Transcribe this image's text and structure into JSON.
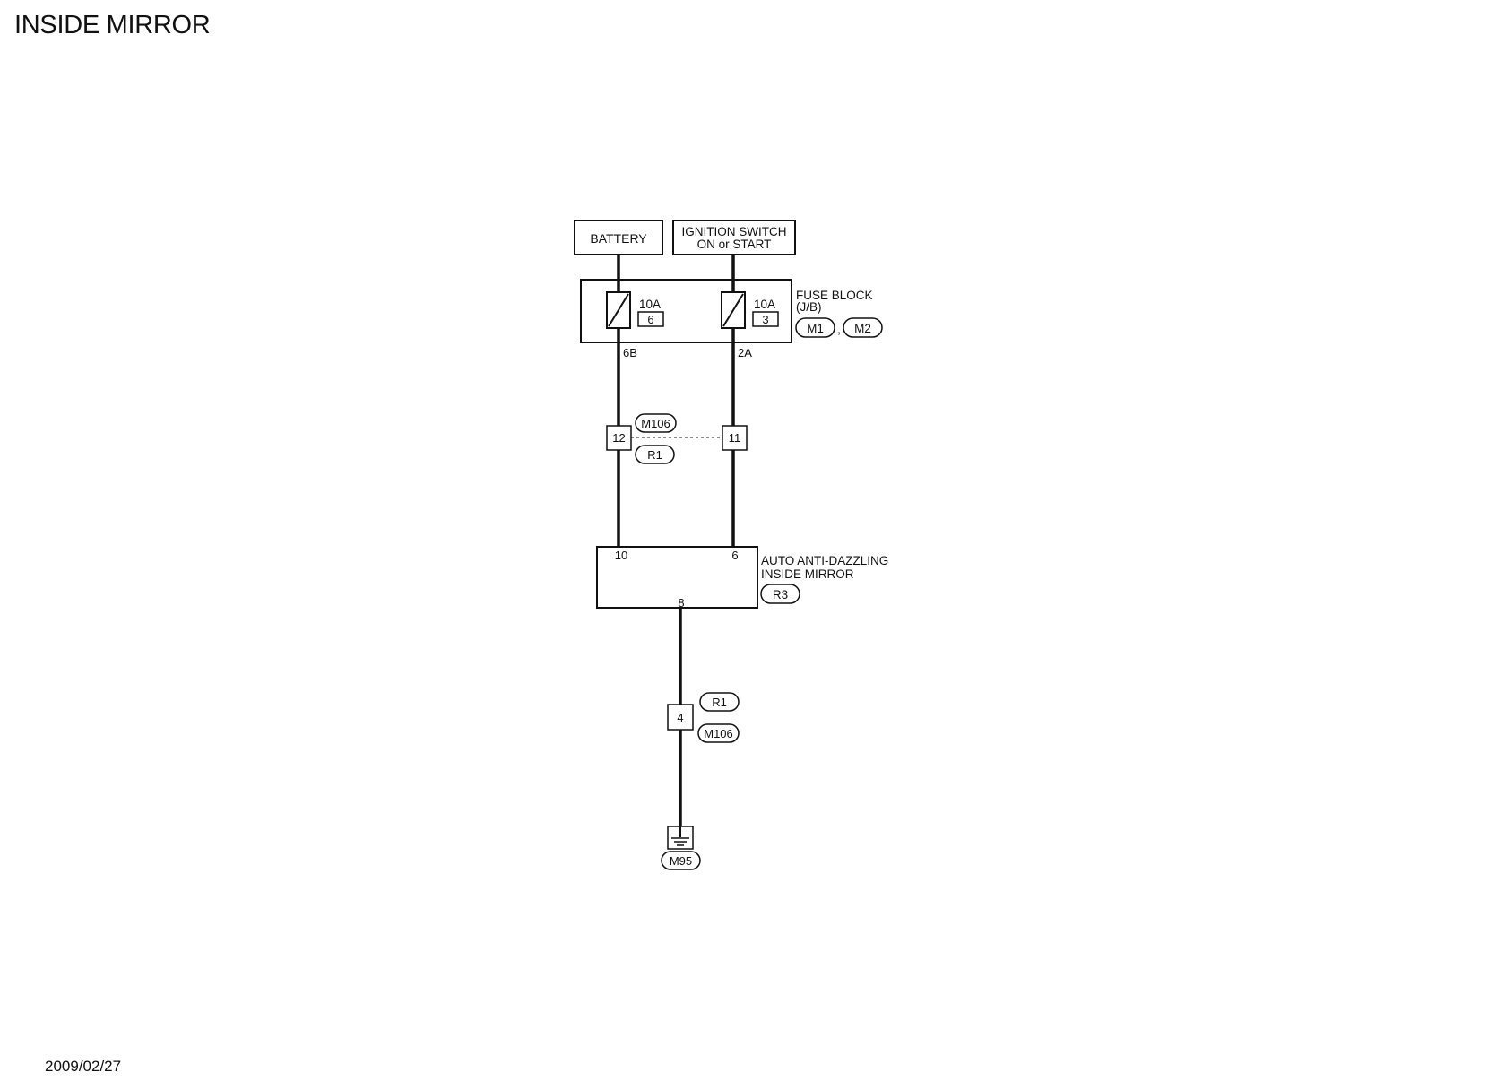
{
  "page": {
    "title": "INSIDE MIRROR",
    "date": "2009/02/27"
  },
  "sources": {
    "battery": "BATTERY",
    "ignition_line1": "IGNITION SWITCH",
    "ignition_line2": "ON or START"
  },
  "fuse_block": {
    "label_line1": "FUSE BLOCK",
    "label_line2": "(J/B)",
    "connectors": [
      "M1",
      "M2"
    ],
    "separator": ",",
    "fuse_left": {
      "rating": "10A",
      "number": "6",
      "terminal": "6B"
    },
    "fuse_right": {
      "rating": "10A",
      "number": "3",
      "terminal": "2A"
    }
  },
  "harness_connector": {
    "upper_top_label": "M106",
    "upper_bottom_label": "R1",
    "left_pin": "12",
    "right_pin": "11",
    "lower_top_label": "R1",
    "lower_bottom_label": "M106",
    "lower_pin": "4"
  },
  "mirror": {
    "label_line1": "AUTO ANTI-DAZZLING",
    "label_line2": "INSIDE MIRROR",
    "connector": "R3",
    "pin_left": "10",
    "pin_right": "6",
    "pin_bottom": "8"
  },
  "ground": {
    "connector": "M95"
  }
}
